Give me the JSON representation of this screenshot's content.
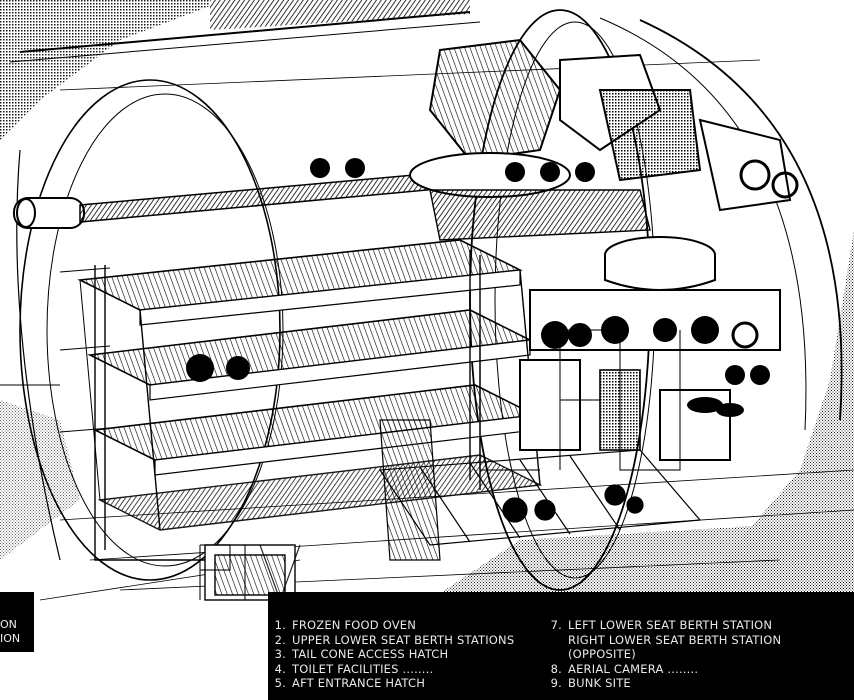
{
  "legend": {
    "items_left": [
      {
        "num": "1.",
        "text": "FROZEN FOOD OVEN"
      },
      {
        "num": "2.",
        "text": "UPPER LOWER SEAT BERTH STATIONS"
      },
      {
        "num": "3.",
        "text": "TAIL CONE ACCESS HATCH"
      },
      {
        "num": "4.",
        "text": "TOILET FACILITIES ........"
      },
      {
        "num": "5.",
        "text": "AFT ENTRANCE HATCH"
      }
    ],
    "items_right": [
      {
        "num": "7.",
        "text": "LEFT LOWER SEAT BERTH STATION"
      },
      {
        "num": "",
        "text": "RIGHT LOWER SEAT BERTH STATION"
      },
      {
        "num": "",
        "text": "(OPPOSITE)"
      },
      {
        "num": "8.",
        "text": "AERIAL CAMERA ........"
      },
      {
        "num": "9.",
        "text": "BUNK SITE"
      }
    ]
  },
  "left_strip": {
    "lines": [
      "ON",
      "ION"
    ]
  }
}
